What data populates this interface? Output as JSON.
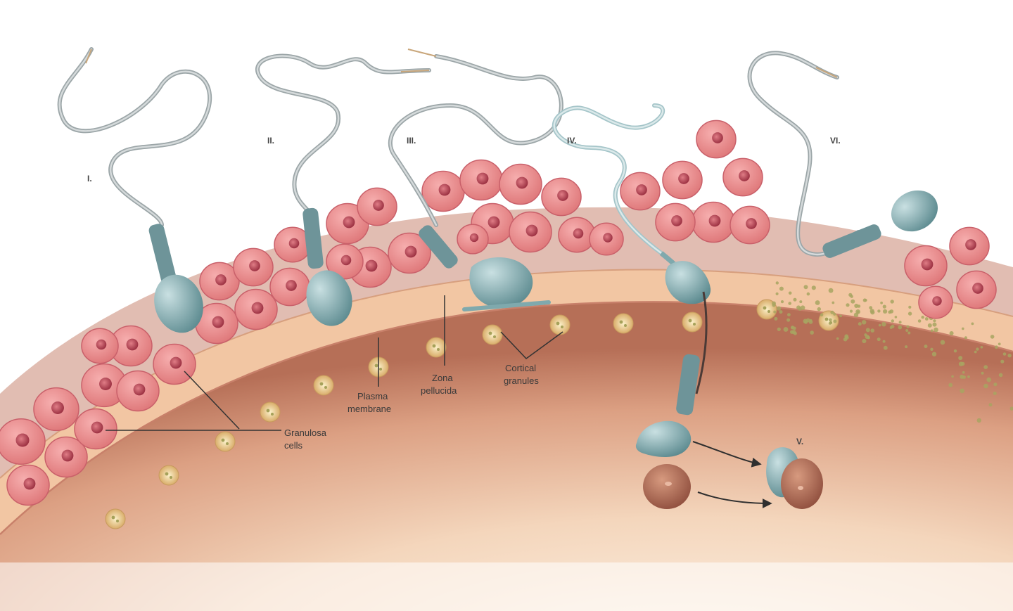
{
  "stage_labels": {
    "i": "I.",
    "ii": "II.",
    "iii": "III.",
    "iv": "IV.",
    "v": "V.",
    "vi": "VI."
  },
  "part_labels": {
    "granulosa_line1": "Granulosa",
    "granulosa_line2": "cells",
    "plasma_line1": "Plasma",
    "plasma_line2": "membrane",
    "zona_line1": "Zona",
    "zona_line2": "pellucida",
    "cortical_line1": "Cortical",
    "cortical_line2": "granules"
  },
  "colors": {
    "background": "#ffffff",
    "ooplasm_light": "#f7e2cc",
    "ooplasm_dark": "#b9735c",
    "zona": "#f3c9a6",
    "granulosa_cell": "#ec8c8d",
    "granulosa_nucleus": "#b54250",
    "sperm_head": "#7fa9ad",
    "sperm_tail": "#a9b3b5",
    "cortical_granule": "#e8c98a",
    "female_pronucleus": "#b5715a"
  }
}
